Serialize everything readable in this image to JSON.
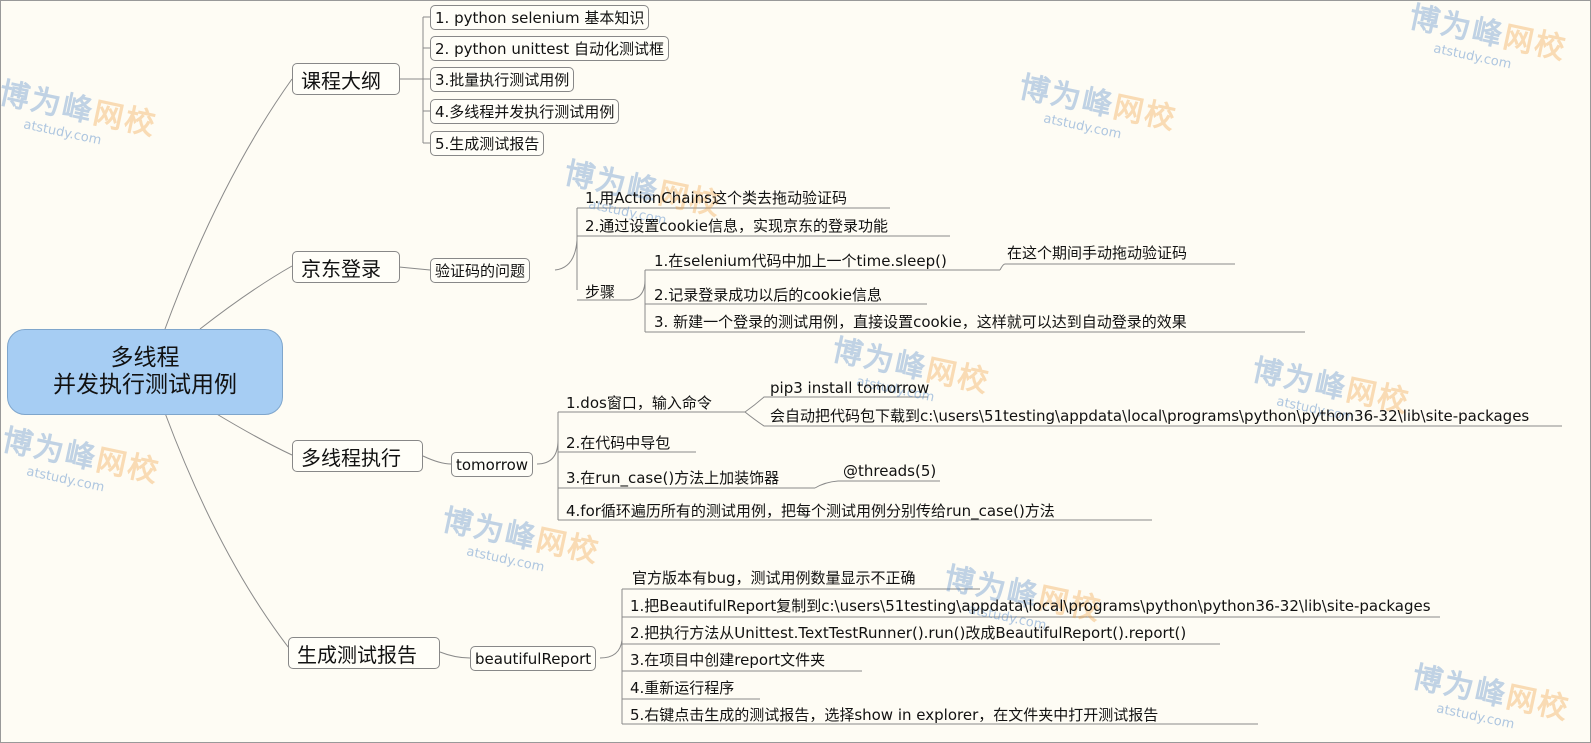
{
  "root": {
    "line1": "多线程",
    "line2": "并发执行测试用例"
  },
  "branches": {
    "outline": {
      "title": "课程大纲",
      "items": [
        "1. python selenium 基本知识",
        "2. python unittest 自动化测试框",
        "3.批量执行测试用例",
        "4.多线程并发执行测试用例",
        "5.生成测试报告"
      ]
    },
    "jd": {
      "title": "京东登录",
      "sub": "验证码的问题",
      "items": [
        "1.用ActionChains这个类去拖动验证码",
        "2.通过设置cookie信息，实现京东的登录功能"
      ],
      "steps_label": "步骤",
      "steps": [
        "1.在selenium代码中加上一个time.sleep()",
        "2.记录登录成功以后的cookie信息",
        "3. 新建一个登录的测试用例，直接设置cookie，这样就可以达到自动登录的效果"
      ],
      "step1_note": "在这个期间手动拖动验证码"
    },
    "multithread": {
      "title": "多线程执行",
      "sub": "tomorrow",
      "items": [
        "1.dos窗口，输入命令",
        "2.在代码中导包",
        "3.在run_case()方法上加装饰器",
        "4.for循环遍历所有的测试用例，把每个测试用例分别传给run_case()方法"
      ],
      "cmd_notes": [
        "pip3 install tomorrow",
        "会自动把代码包下载到c:\\users\\51testing\\appdata\\local\\programs\\python\\python36-32\\lib\\site-packages"
      ],
      "decorator": "@threads(5)"
    },
    "report": {
      "title": "生成测试报告",
      "sub": "beautifulReport",
      "items": [
        "官方版本有bug，测试用例数量显示不正确",
        "1.把BeautifulReport复制到c:\\users\\51testing\\appdata\\local\\programs\\python\\python36-32\\lib\\site-packages",
        "2.把执行方法从Unittest.TextTestRunner().run()改成BeautifulReport().report()",
        "3.在项目中创建report文件夹",
        "4.重新运行程序",
        "5.右键点击生成的测试报告，选择show in explorer，在文件夹中打开测试报告"
      ]
    }
  },
  "watermark": {
    "cn_blue": "博为峰",
    "cn_orange": "网校",
    "en": "atstudy.com"
  },
  "colors": {
    "root_fill": "#a6cdf3",
    "line": "#8a8a8a",
    "watermark_blue": "#4f86c8",
    "watermark_orange": "#f0a040"
  }
}
